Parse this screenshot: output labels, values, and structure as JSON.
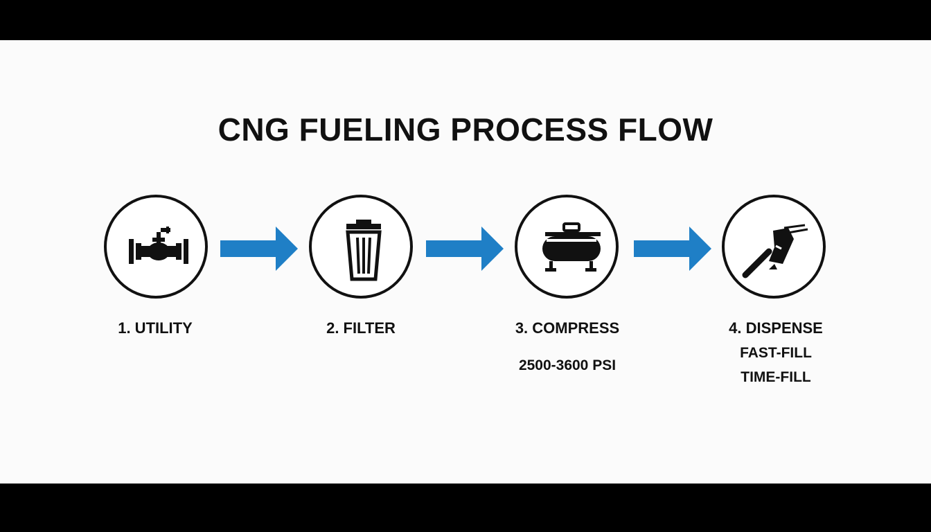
{
  "title": "CNG FUELING PROCESS FLOW",
  "arrow_color": "#1f7fc6",
  "steps": [
    {
      "label": "1. UTILITY",
      "icon": "valve-icon",
      "details": []
    },
    {
      "label": "2. FILTER",
      "icon": "filter-bin-icon",
      "details": []
    },
    {
      "label": "3. COMPRESS",
      "icon": "compressor-tank-icon",
      "details": [
        "2500-3600 PSI"
      ]
    },
    {
      "label": "4. DISPENSE",
      "icon": "fuel-nozzle-icon",
      "details": [
        "FAST-FILL",
        "TIME-FILL"
      ]
    }
  ]
}
